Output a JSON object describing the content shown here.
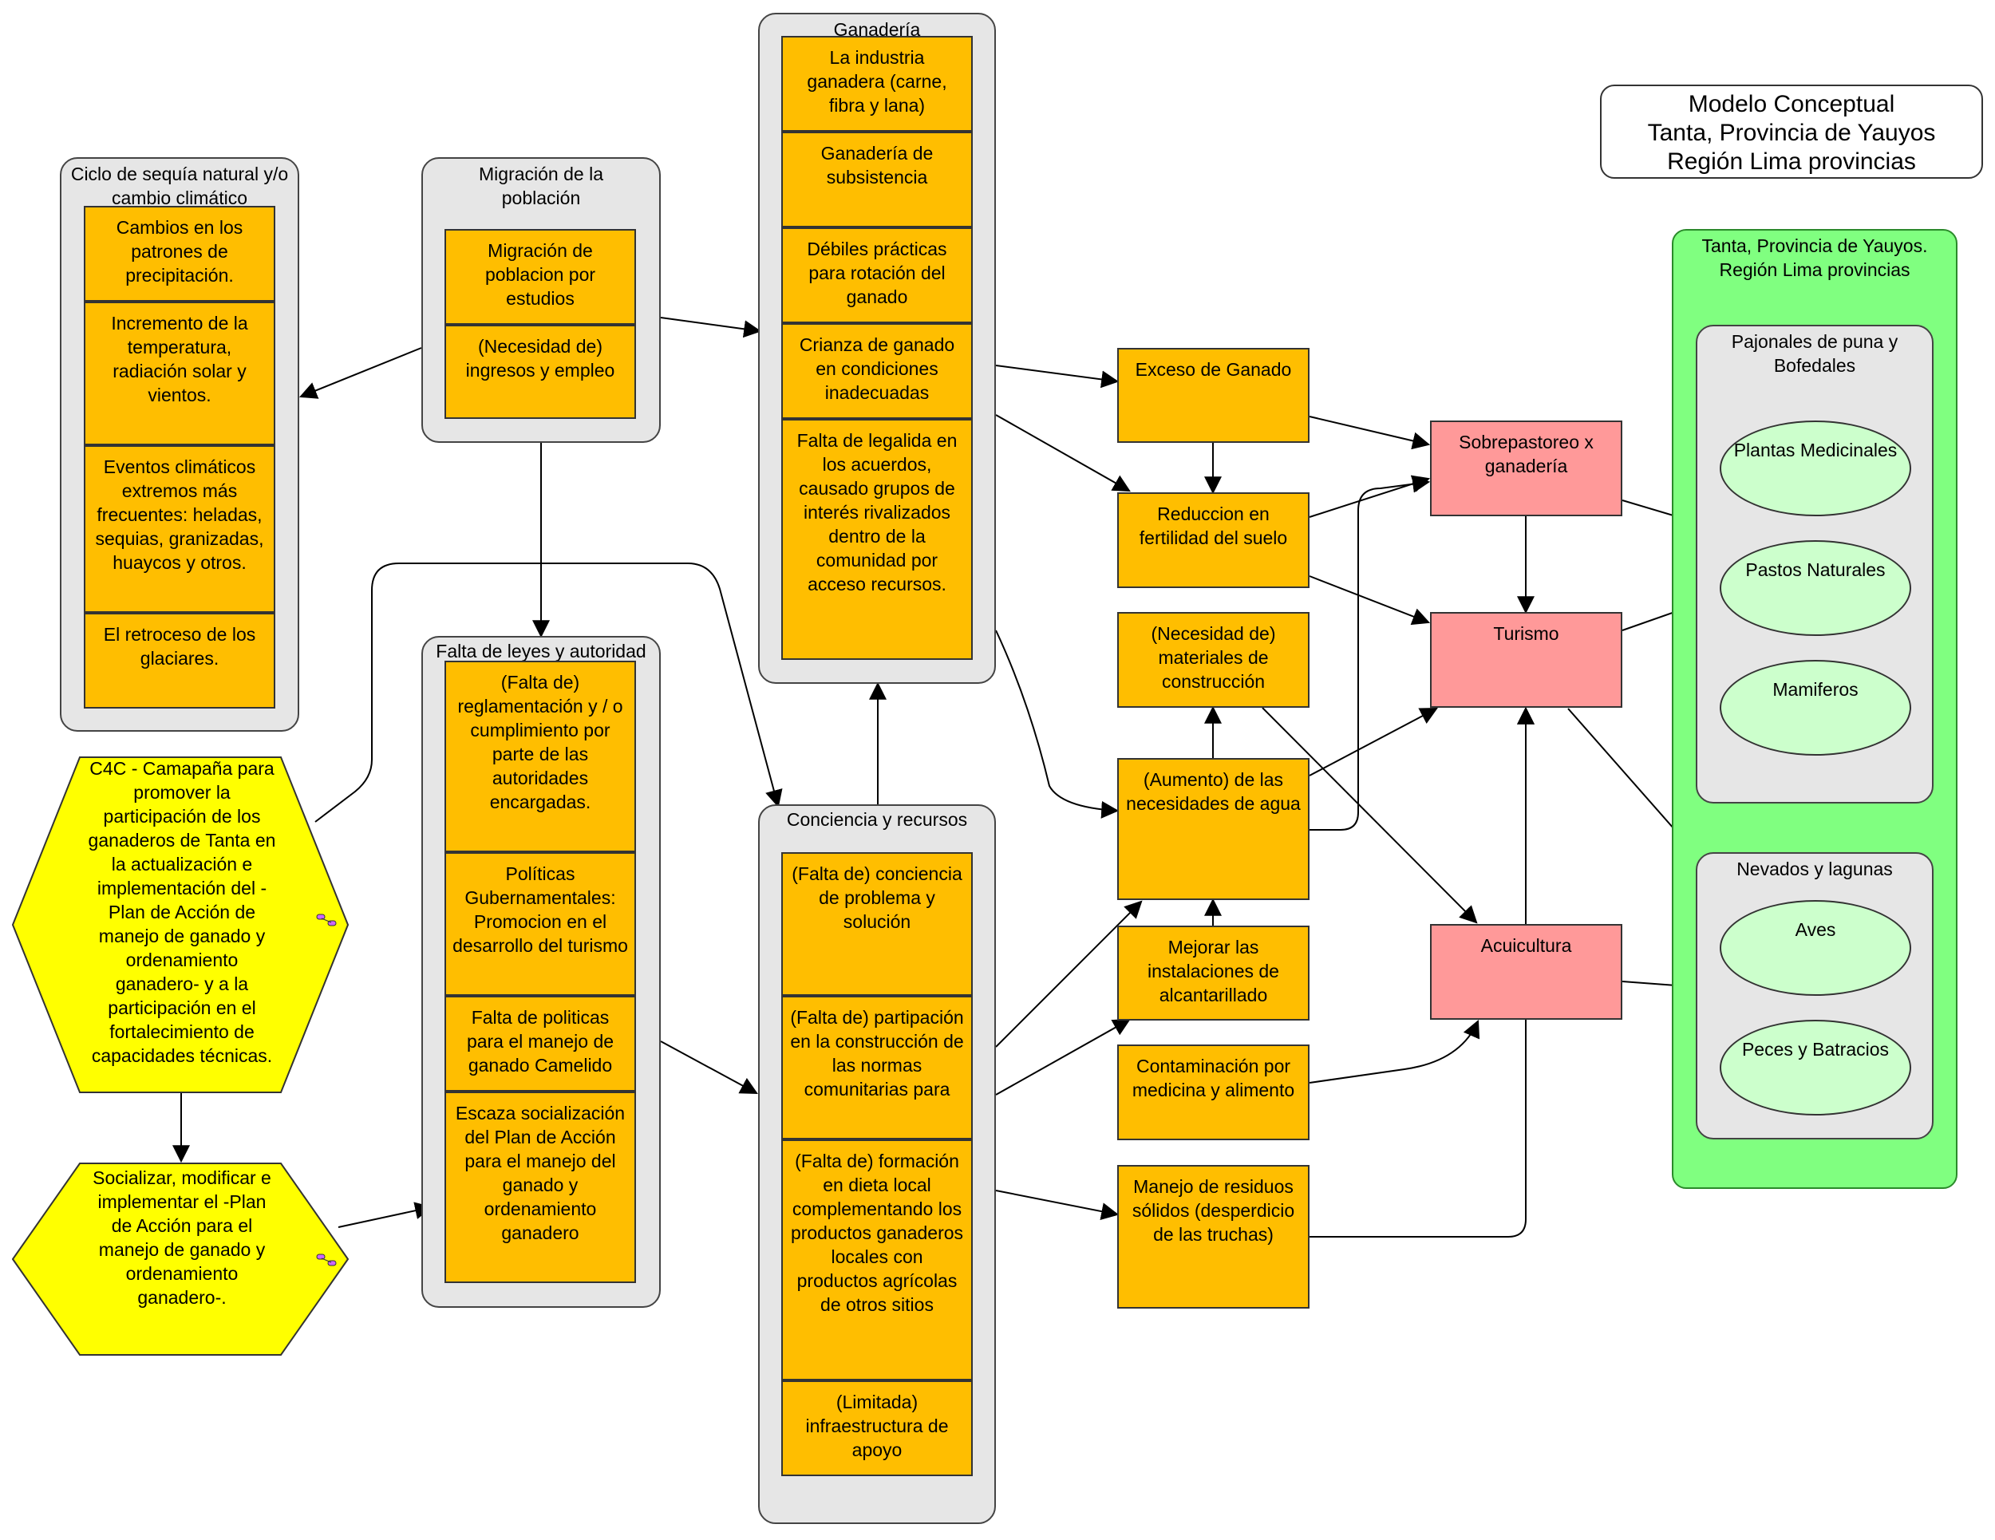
{
  "title": {
    "line1": "Modelo Conceptual",
    "line2": "Tanta, Provincia de Yauyos",
    "line3": "Región Lima provincias"
  },
  "groups": {
    "ciclo": "Ciclo de sequía natural y/o cambio climático",
    "migracion": "Migración de la población",
    "ganaderia": "Ganadería",
    "leyes": "Falta de leyes y autoridad",
    "conciencia": "Conciencia y recursos"
  },
  "boxes": {
    "ciclo_1": "Cambios en los patrones de precipitación.",
    "ciclo_2": "Incremento de la temperatura, radiación solar y vientos.",
    "ciclo_3": "Eventos climáticos extremos más frecuentes: heladas, sequias, granizadas, huaycos y otros.",
    "ciclo_4": "El retroceso de los glaciares.",
    "migr_1": "Migración de poblacion por estudios",
    "migr_2": "(Necesidad de) ingresos y empleo",
    "gan_1": "La industria ganadera (carne, fibra y lana)",
    "gan_2": "Ganadería de subsistencia",
    "gan_3": "Débiles prácticas para rotación del ganado",
    "gan_4": "Crianza de ganado en condiciones inadecuadas",
    "gan_5": "Falta de legalida en los acuerdos, causado grupos de interés rivalizados dentro de la comunidad por acceso recursos.",
    "ley_1": "(Falta de) reglamentación y / o cumplimiento por parte de las autoridades encargadas.",
    "ley_2": "Políticas Gubernamentales: Promocion en el desarrollo del turismo",
    "ley_3": "Falta de politicas para el manejo de ganado Camelido",
    "ley_4": "Escaza socialización del Plan de Acción para el manejo del ganado y ordenamiento ganadero",
    "con_1": "(Falta de) conciencia de problema y solución",
    "con_2": "(Falta de) partipación en la construcción de las normas comunitarias para",
    "con_3": "(Falta de) formación en dieta local complementando los productos ganaderos locales con productos agrícolas de otros sitios",
    "con_4": "(Limitada) infraestructura de apoyo",
    "exceso": "Exceso de Ganado",
    "reduccion": "Reduccion en fertilidad del suelo",
    "materiales": "(Necesidad de) materiales de construcción",
    "agua": "(Aumento) de las necesidades de agua",
    "alcantarillado": "Mejorar las instalaciones de alcantarillado",
    "contaminacion": "Contaminación por medicina y alimento",
    "residuos": "Manejo de residuos sólidos (desperdicio de las truchas)",
    "sobrepastoreo": "Sobrepastoreo x ganadería",
    "turismo": "Turismo",
    "acuicultura": "Acuicultura"
  },
  "strategies": {
    "c4c": "C4C - Camapaña para promover la participación de los ganaderos de Tanta en la actualización e implementación del -Plan de Acción de manejo de ganado y ordenamiento ganadero- y a la participación en el fortalecimiento de capacidades técnicas.",
    "socializar": "Socializar, modificar e implementar el -Plan de Acción para el manejo de ganado y ordenamiento ganadero-."
  },
  "target": {
    "title": "Tanta, Provincia de Yauyos. Región Lima provincias",
    "pajonales": "Pajonales de puna y Bofedales",
    "plantas": "Plantas Medicinales",
    "pastos": "Pastos Naturales",
    "mamiferos": "Mamiferos",
    "nevados": "Nevados y lagunas",
    "aves": "Aves",
    "peces": "Peces y Batracios"
  },
  "colors": {
    "factor": "#ffbe00",
    "threat": "#ff9999",
    "strategy": "#ffff00",
    "target": "#80ff80",
    "target_item": "#ccffcc",
    "group": "#e6e6e6"
  }
}
